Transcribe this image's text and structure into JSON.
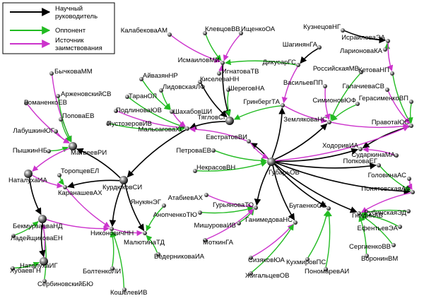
{
  "legend": {
    "items": [
      {
        "label": "Научный руководитель",
        "color": "#000000"
      },
      {
        "label": "Оппонент",
        "color": "#22bb22"
      },
      {
        "label": "Источник заимствования",
        "color": "#cc33cc"
      }
    ]
  },
  "colors": {
    "advisor": "#000000",
    "opponent": "#22bb22",
    "source": "#cc33cc"
  },
  "nodes": [
    {
      "id": "KalabekovaAM",
      "label": "КалабековаАМ"
    },
    {
      "id": "KlevtsovVV",
      "label": "КлевцовВВ"
    },
    {
      "id": "IshchenkoOA",
      "label": "ИщенкоОА"
    },
    {
      "id": "ShaginyanGA",
      "label": "ШагинянГА"
    },
    {
      "id": "KuznetsovNG",
      "label": "КузнецовНГ"
    },
    {
      "id": "IsrailovaEA",
      "label": "ИсраиловаЭА"
    },
    {
      "id": "LarionovaKA",
      "label": "ЛарионоваКА"
    },
    {
      "id": "IsmailovMI",
      "label": "ИсмаиловМИ"
    },
    {
      "id": "DikusarGS",
      "label": "ДикусарГС"
    },
    {
      "id": "BychkovaMM",
      "label": "БычковаММ"
    },
    {
      "id": "AyvazyanNR",
      "label": "АйвазянНР"
    },
    {
      "id": "IgnatovaTV",
      "label": "ИгнатоваТВ"
    },
    {
      "id": "RossiyskayaMV",
      "label": "РоссийскаяМВ"
    },
    {
      "id": "KetovaNP",
      "label": "КетоваНП"
    },
    {
      "id": "KiselevaNN",
      "label": "КиселеваНН"
    },
    {
      "id": "LidovskayaLF",
      "label": "ЛидовскаяЛФ"
    },
    {
      "id": "VasilevPP",
      "label": "ВасильевПП"
    },
    {
      "id": "ArzhenovskiySV",
      "label": "АрженовскийСВ"
    },
    {
      "id": "GalachievaSV",
      "label": "ГалачиеваСВ"
    },
    {
      "id": "SheregovNA",
      "label": "ШереговНА"
    },
    {
      "id": "RomanenkoEV",
      "label": "РоманенкоЕВ"
    },
    {
      "id": "TaranOL",
      "label": "ТаранОЛ"
    },
    {
      "id": "GerasimenkoVP",
      "label": "ГерасименкоВП"
    },
    {
      "id": "GrinbergTA",
      "label": "ГринбергТА"
    },
    {
      "id": "SimionovYuF",
      "label": "СимионовЮФ"
    },
    {
      "id": "PodlinovaYuV",
      "label": "ПодлиноваЮВ"
    },
    {
      "id": "ShakhobovShI",
      "label": "ШахабовШИ"
    },
    {
      "id": "PopovaEV",
      "label": "ПоповаЕВ"
    },
    {
      "id": "PustozerovIV",
      "label": "ПустозеровИВ"
    },
    {
      "id": "ZemlyakovaNS",
      "label": "ЗемляковаНС"
    },
    {
      "id": "TyaglovSG",
      "label": "ТягловСГ"
    },
    {
      "id": "PravotaYuS",
      "label": "ПравотаЮС"
    },
    {
      "id": "LabushkinYuG",
      "label": "ЛабушкинЮГ"
    },
    {
      "id": "MalsagovaKhS",
      "label": "МальсаговаХС"
    },
    {
      "id": "EvstratovVI",
      "label": "ЕвстратовВИ"
    },
    {
      "id": "PyshkinNB",
      "label": "ПышкинНБ"
    },
    {
      "id": "MatveevRI",
      "label": "МатвеевРИ"
    },
    {
      "id": "PetrovaEV",
      "label": "ПетроваЕВ"
    },
    {
      "id": "KhodorivIA",
      "label": "ХодоривИА"
    },
    {
      "id": "SudarkinaMA",
      "label": "СударкинаМА"
    },
    {
      "id": "NekrasovVN",
      "label": "НекрасовВН"
    },
    {
      "id": "ToropetsevEL",
      "label": "ТоропцевЕЛ"
    },
    {
      "id": "GubarYOV",
      "label": "ГубарьОВ"
    },
    {
      "id": "PopkovaEG",
      "label": "ПопковаЕГ"
    },
    {
      "id": "NatalukhaIA",
      "label": "НаталухаИА"
    },
    {
      "id": "KurdyukovSI",
      "label": "КурдюковСИ"
    },
    {
      "id": "GolovinaAS",
      "label": "ГоловинаАС"
    },
    {
      "id": "KaranashevAKh",
      "label": "КаранашевАХ"
    },
    {
      "id": "PonyatovskayaAF",
      "label": "ПонятовскаяАФ"
    },
    {
      "id": "YanukyanEG",
      "label": "ЯнукянЭГ"
    },
    {
      "id": "AtabievAKh",
      "label": "АтабиевАХ"
    },
    {
      "id": "GuryanovaTO",
      "label": "ГурьяноваТО"
    },
    {
      "id": "BugaenkoOB",
      "label": "БугаенкоОБ"
    },
    {
      "id": "RubinskayaED",
      "label": "РубинскаяЭД"
    },
    {
      "id": "AnopchenkoTYu",
      "label": "АнопченкоТЮ"
    },
    {
      "id": "GnidinAV",
      "label": "ГнидинАВ"
    },
    {
      "id": "BekmurzaevaND",
      "label": "БекмурзаеваНД"
    },
    {
      "id": "NikonovichNN",
      "label": "НиконовичНН"
    },
    {
      "id": "MishurovaIV",
      "label": "МишуроваИВ"
    },
    {
      "id": "EfentevEA",
      "label": "ЕфентьевЭА"
    },
    {
      "id": "LadeyshchikovaEN",
      "label": "ЛадейщиковаЕН"
    },
    {
      "id": "MalyutinaTD",
      "label": "МалютинаТД"
    },
    {
      "id": "GanimedovaNS",
      "label": "ГанимедоваНС"
    },
    {
      "id": "SergienkoVV",
      "label": "СергиенкоВВ"
    },
    {
      "id": "MotkinGA",
      "label": "МоткинГА"
    },
    {
      "id": "NatalukhaIG",
      "label": "НаталухаИГ"
    },
    {
      "id": "VoroninVM",
      "label": "ВоронинВМ"
    },
    {
      "id": "VedernikovaIA",
      "label": "ВедерниковаИА"
    },
    {
      "id": "KhubaevGN",
      "label": "ХубаевГН"
    },
    {
      "id": "BoltenkoLI",
      "label": "БолтенкоЛИ"
    },
    {
      "id": "SizyakovYuA",
      "label": "СизяковЮА"
    },
    {
      "id": "KukhmirovPS",
      "label": "КухмировПС"
    },
    {
      "id": "ZhigaltsevOV",
      "label": "ЖигальцевОВ"
    },
    {
      "id": "PonomarevAI",
      "label": "ПономаревАИ"
    },
    {
      "id": "SerbinovskiyBYu",
      "label": "СербиновскийБЮ"
    },
    {
      "id": "KoshelevIV",
      "label": "КошелевИВ"
    }
  ],
  "edges": [
    {
      "from": "KalabekovaAM",
      "to": "IsmailovMI",
      "type": "source"
    },
    {
      "from": "KlevtsovVV",
      "to": "IsmailovMI",
      "type": "opponent"
    },
    {
      "from": "IshchenkoOA",
      "to": "IsmailovMI",
      "type": "source"
    },
    {
      "from": "ShaginyanGA",
      "to": "DikusarGS",
      "type": "advisor"
    },
    {
      "from": "IgnatovaTV",
      "to": "IsmailovMI",
      "type": "source"
    },
    {
      "from": "DikusarGS",
      "to": "IsmailovMI",
      "type": "opponent"
    },
    {
      "from": "KuznetsovNG",
      "to": "IsrailovaEA",
      "type": "advisor"
    },
    {
      "from": "LarionovaKA",
      "to": "IsrailovaEA",
      "type": "opponent"
    },
    {
      "from": "IsrailovaEA",
      "to": "KetovaNP",
      "type": "source"
    },
    {
      "from": "KetovaNP",
      "to": "PravotaYuS",
      "type": "opponent"
    },
    {
      "from": "GerasimenkoVP",
      "to": "PravotaYuS",
      "type": "opponent"
    },
    {
      "from": "GalachievaSV",
      "to": "PravotaYuS",
      "type": "source"
    },
    {
      "from": "IsmailovMI",
      "to": "TyaglovSG",
      "type": "advisor"
    },
    {
      "from": "KiselevaNN",
      "to": "TyaglovSG",
      "type": "advisor"
    },
    {
      "from": "SheregovNA",
      "to": "TyaglovSG",
      "type": "opponent"
    },
    {
      "from": "GrinbergTA",
      "to": "TyaglovSG",
      "type": "opponent"
    },
    {
      "from": "DikusarGS",
      "to": "GrinbergTA",
      "type": "source"
    },
    {
      "from": "AyvazyanNR",
      "to": "ShakhobovShI",
      "type": "opponent"
    },
    {
      "from": "LidovskayaLF",
      "to": "ShakhobovShI",
      "type": "opponent"
    },
    {
      "from": "TaranOL",
      "to": "MalsagovaKhS",
      "type": "opponent"
    },
    {
      "from": "PodlinovaYuV",
      "to": "MalsagovaKhS",
      "type": "source"
    },
    {
      "from": "PustozerovIV",
      "to": "MalsagovaKhS",
      "type": "opponent"
    },
    {
      "from": "TyaglovSG",
      "to": "MalsagovaKhS",
      "type": "advisor"
    },
    {
      "from": "ShakhobovShI",
      "to": "MalsagovaKhS",
      "type": "source"
    },
    {
      "from": "EvstratovVI",
      "to": "MalsagovaKhS",
      "type": "source"
    },
    {
      "from": "MalsagovaKhS",
      "to": "KurdyukovSI",
      "type": "advisor"
    },
    {
      "from": "VasilevPP",
      "to": "ZemlyakovaNS",
      "type": "source"
    },
    {
      "from": "RossiyskayaMV",
      "to": "ZemlyakovaNS",
      "type": "opponent"
    },
    {
      "from": "SimionovYuF",
      "to": "ZemlyakovaNS",
      "type": "opponent"
    },
    {
      "from": "GrinbergTA",
      "to": "ZemlyakovaNS",
      "type": "source"
    },
    {
      "from": "ZemlyakovaNS",
      "to": "PravotaYuS",
      "type": "source"
    },
    {
      "from": "PravotaYuS",
      "to": "KhodorivIA",
      "type": "advisor"
    },
    {
      "from": "GubarYOV",
      "to": "EvstratovVI",
      "type": "advisor"
    },
    {
      "from": "GubarYOV",
      "to": "GrinbergTA",
      "type": "advisor"
    },
    {
      "from": "GubarYOV",
      "to": "ZemlyakovaNS",
      "type": "advisor"
    },
    {
      "from": "GubarYOV",
      "to": "KhodorivIA",
      "type": "advisor"
    },
    {
      "from": "GubarYOV",
      "to": "PopkovaEG",
      "type": "advisor"
    },
    {
      "from": "GubarYOV",
      "to": "PonyatovskayaAF",
      "type": "advisor"
    },
    {
      "from": "GubarYOV",
      "to": "GuryanovaTO",
      "type": "advisor"
    },
    {
      "from": "GubarYOV",
      "to": "BugaenkoOB",
      "type": "advisor"
    },
    {
      "from": "GubarYOV",
      "to": "GanimedovaNS",
      "type": "advisor"
    },
    {
      "from": "GubarYOV",
      "to": "GnidinAV",
      "type": "advisor"
    },
    {
      "from": "GubarYOV",
      "to": "PravotaYuS",
      "type": "source"
    },
    {
      "from": "EvstratovVI",
      "to": "GubarYOV",
      "type": "source"
    },
    {
      "from": "PetrovaEV",
      "to": "GubarYOV",
      "type": "opponent"
    },
    {
      "from": "NekrasovVN",
      "to": "GubarYOV",
      "type": "opponent"
    },
    {
      "from": "SudarkinaMA",
      "to": "KhodorivIA",
      "type": "source"
    },
    {
      "from": "GolovinaAS",
      "to": "PonyatovskayaAF",
      "type": "source"
    },
    {
      "from": "PopkovaEG",
      "to": "PonyatovskayaAF",
      "type": "opponent"
    },
    {
      "from": "RubinskayaED",
      "to": "GnidinAV",
      "type": "opponent"
    },
    {
      "from": "EfentevEA",
      "to": "GnidinAV",
      "type": "opponent"
    },
    {
      "from": "SergienkoVV",
      "to": "GnidinAV",
      "type": "opponent"
    },
    {
      "from": "VoroninVM",
      "to": "GnidinAV",
      "type": "opponent"
    },
    {
      "from": "PonyatovskayaAF",
      "to": "GnidinAV",
      "type": "source"
    },
    {
      "from": "BychkovaMM",
      "to": "MatveevRI",
      "type": "source"
    },
    {
      "from": "ArzhenovskiySV",
      "to": "MatveevRI",
      "type": "opponent"
    },
    {
      "from": "RomanenkoEV",
      "to": "MatveevRI",
      "type": "source"
    },
    {
      "from": "PopovaEV",
      "to": "MatveevRI",
      "type": "opponent"
    },
    {
      "from": "LabushkinYuG",
      "to": "MatveevRI",
      "type": "source"
    },
    {
      "from": "PyshkinNB",
      "to": "MatveevRI",
      "type": "opponent"
    },
    {
      "from": "MatveevRI",
      "to": "NatalukhaIA",
      "type": "source"
    },
    {
      "from": "KurdyukovSI",
      "to": "MatveevRI",
      "type": "advisor"
    },
    {
      "from": "KurdyukovSI",
      "to": "KaranashevAKh",
      "type": "advisor"
    },
    {
      "from": "KurdyukovSI",
      "to": "NikonovichNN",
      "type": "advisor"
    },
    {
      "from": "KurdyukovSI",
      "to": "MalyutinaTD",
      "type": "advisor"
    },
    {
      "from": "ToropetsevEL",
      "to": "KaranashevAKh",
      "type": "opponent"
    },
    {
      "from": "NatalukhaIA",
      "to": "KaranashevAKh",
      "type": "source"
    },
    {
      "from": "NatalukhaIA",
      "to": "BekmurzaevaND",
      "type": "advisor"
    },
    {
      "from": "KaranashevAKh",
      "to": "NikonovichNN",
      "type": "source"
    },
    {
      "from": "YanukyanEG",
      "to": "MalyutinaTD",
      "type": "opponent"
    },
    {
      "from": "NikonovichNN",
      "to": "MalyutinaTD",
      "type": "source"
    },
    {
      "from": "VedernikovaIA",
      "to": "MalyutinaTD",
      "type": "opponent"
    },
    {
      "from": "BoltenkoLI",
      "to": "NikonovichNN",
      "type": "opponent"
    },
    {
      "from": "KoshelevIV",
      "to": "NikonovichNN",
      "type": "opponent"
    },
    {
      "from": "SerbinovskiyBYu",
      "to": "BekmurzaevaND",
      "type": "opponent"
    },
    {
      "from": "BekmurzaevaND",
      "to": "NikonovichNN",
      "type": "source"
    },
    {
      "from": "LadeyshchikovaEN",
      "to": "BekmurzaevaND",
      "type": "opponent"
    },
    {
      "from": "NatalukhaIG",
      "to": "BekmurzaevaND",
      "type": "source"
    },
    {
      "from": "KhubaevGN",
      "to": "NatalukhaIG",
      "type": "opponent"
    },
    {
      "from": "BekmurzaevaND",
      "to": "NatalukhaIG",
      "type": "advisor"
    },
    {
      "from": "AtabievAKh",
      "to": "GuryanovaTO",
      "type": "source"
    },
    {
      "from": "AnopchenkoTYu",
      "to": "GuryanovaTO",
      "type": "opponent"
    },
    {
      "from": "MishurovaIV",
      "to": "GuryanovaTO",
      "type": "opponent"
    },
    {
      "from": "MotkinGA",
      "to": "GuryanovaTO",
      "type": "source"
    },
    {
      "from": "SizyakovYuA",
      "to": "GanimedovaNS",
      "type": "source"
    },
    {
      "from": "ZhigaltsevOV",
      "to": "GanimedovaNS",
      "type": "opponent"
    },
    {
      "from": "KukhmirovPS",
      "to": "BugaenkoOB",
      "type": "opponent"
    },
    {
      "from": "PonomarevAI",
      "to": "BugaenkoOB",
      "type": "opponent"
    }
  ]
}
